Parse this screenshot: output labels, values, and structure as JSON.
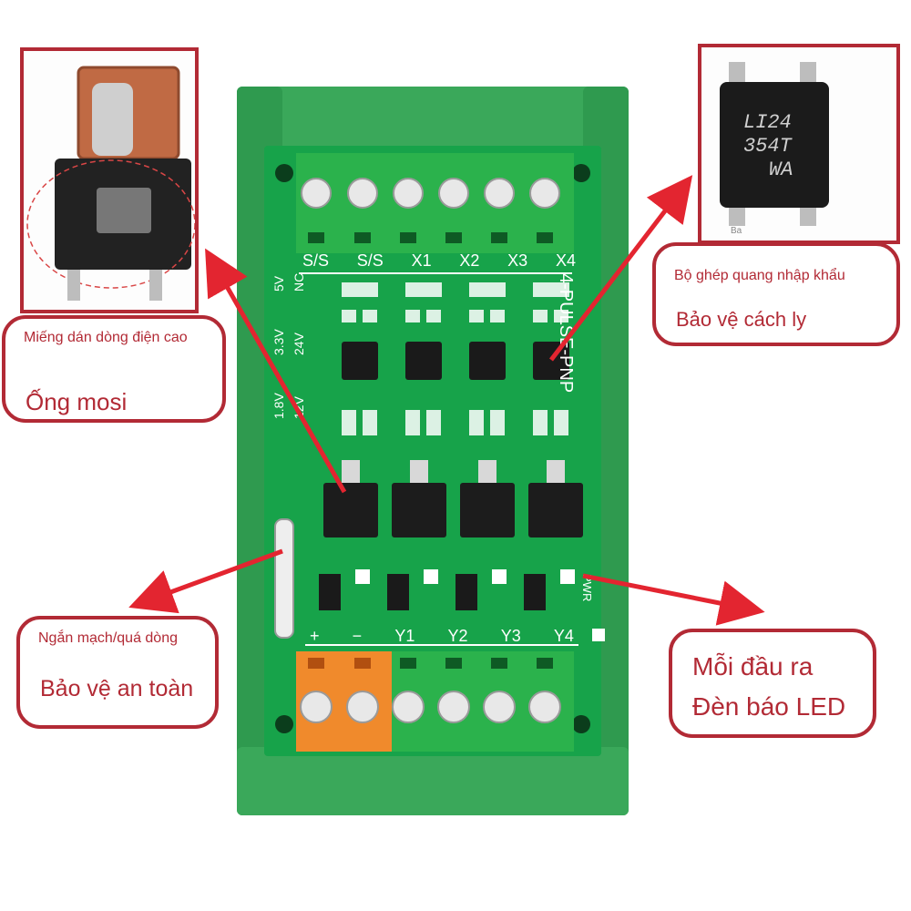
{
  "board": {
    "input_labels": [
      "S/S",
      "S/S",
      "X1",
      "X2",
      "X3",
      "X4"
    ],
    "output_labels": [
      "+",
      "−",
      "Y1",
      "Y2",
      "Y3",
      "Y4"
    ],
    "voltage_labels": [
      "5V",
      "NC",
      "3.3V",
      "24V",
      "1.8V",
      "12V"
    ],
    "model_text": "4-PULSE-PNP",
    "pwr_label": "PWR"
  },
  "chip": {
    "line1": "LI24",
    "line2": "354T",
    "line3": "WA",
    "small": "Ba"
  },
  "callouts": {
    "mosfet": {
      "subtitle": "Miếng dán dòng điện cao",
      "title": "Ống mosi"
    },
    "optocoupler": {
      "subtitle": "Bộ ghép quang nhập khẩu",
      "title": "Bảo vệ cách ly"
    },
    "fuse": {
      "subtitle": "Ngắn mạch/quá dòng",
      "title": "Bảo vệ an toàn"
    },
    "led": {
      "line1": "Mỗi đầu ra",
      "line2": "Đèn báo LED"
    }
  },
  "colors": {
    "pcb": "#17a34a",
    "rail": "#3aa85a",
    "callout_border": "#b22a35",
    "arrow": "#e32530",
    "terminal_orange": "#f08a2c"
  }
}
